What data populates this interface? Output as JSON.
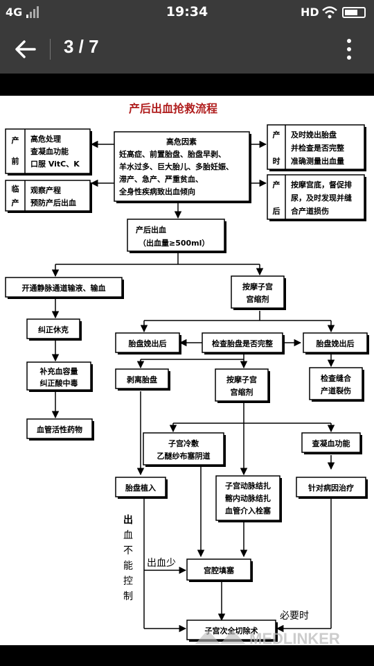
{
  "status": {
    "network": "4G",
    "time": "19:34",
    "hd": "HD"
  },
  "appbar": {
    "page_indicator": "3 / 7"
  },
  "flow": {
    "title": "产后出血抢救流程",
    "prenatal_label": [
      "产",
      "前"
    ],
    "prenatal_lines": [
      "高危处理",
      "查凝血功能",
      "口服 VitC、K"
    ],
    "birth_label": [
      "临",
      "产"
    ],
    "birth_lines": [
      "观察产程",
      "预防产后出血"
    ],
    "risk_lines": [
      "高危因素",
      "妊高症、前置胎盘、胎盘早剥、",
      "羊水过多、巨大胎儿、多胎妊娠、",
      "滞产、急产、严重贫血、",
      "全身性疾病致出血倾向"
    ],
    "delivery_label": [
      "产",
      "时"
    ],
    "delivery_lines": [
      "及时娩出胎盘",
      "并检查是否完整",
      "准确测量出血量"
    ],
    "postnatal_label": [
      "产",
      "后"
    ],
    "postnatal_lines": [
      "按摩宫底，督促排",
      "尿，及时发现并缝",
      "合产道损伤"
    ],
    "pph_lines": [
      "产后出血",
      "（出血量≥500ml）"
    ],
    "iv": "开通静脉通道输液、输血",
    "massage1": [
      "按摩子宫",
      "宫缩剂"
    ],
    "shock": "纠正休克",
    "volume": [
      "补充血容量",
      "纠正酸中毒"
    ],
    "vaso": "血管活性药物",
    "placenta_late": "胎盘娩出后",
    "check_placenta": "检查胎盘是否完整",
    "placenta_after": "胎盘娩出后",
    "peel": "剥离胎盘",
    "massage2": [
      "按摩子宫",
      "宫缩剂"
    ],
    "check_suture": [
      "检查缝合",
      "产道裂伤"
    ],
    "cold": [
      "子宫冷敷",
      "乙醚纱布塞阴道"
    ],
    "coag": "查凝血功能",
    "accreta": "胎盘植入",
    "ligation": [
      "子宫动脉结扎",
      "髂内动脉结扎",
      "血管介入栓塞"
    ],
    "cause": "针对病因治疗",
    "packing": "宫腔填塞",
    "hyst": "子宫次全切除术",
    "note_uncontrolled": [
      "出",
      "血",
      "不",
      "能",
      "控",
      "制"
    ],
    "note_less": "出血少",
    "note_needed": "必要时"
  },
  "watermark": "MEDLINKER",
  "icons": [
    "back-arrow-icon",
    "more-vert-icon",
    "signal-icon",
    "wifi-icon",
    "battery-icon"
  ]
}
